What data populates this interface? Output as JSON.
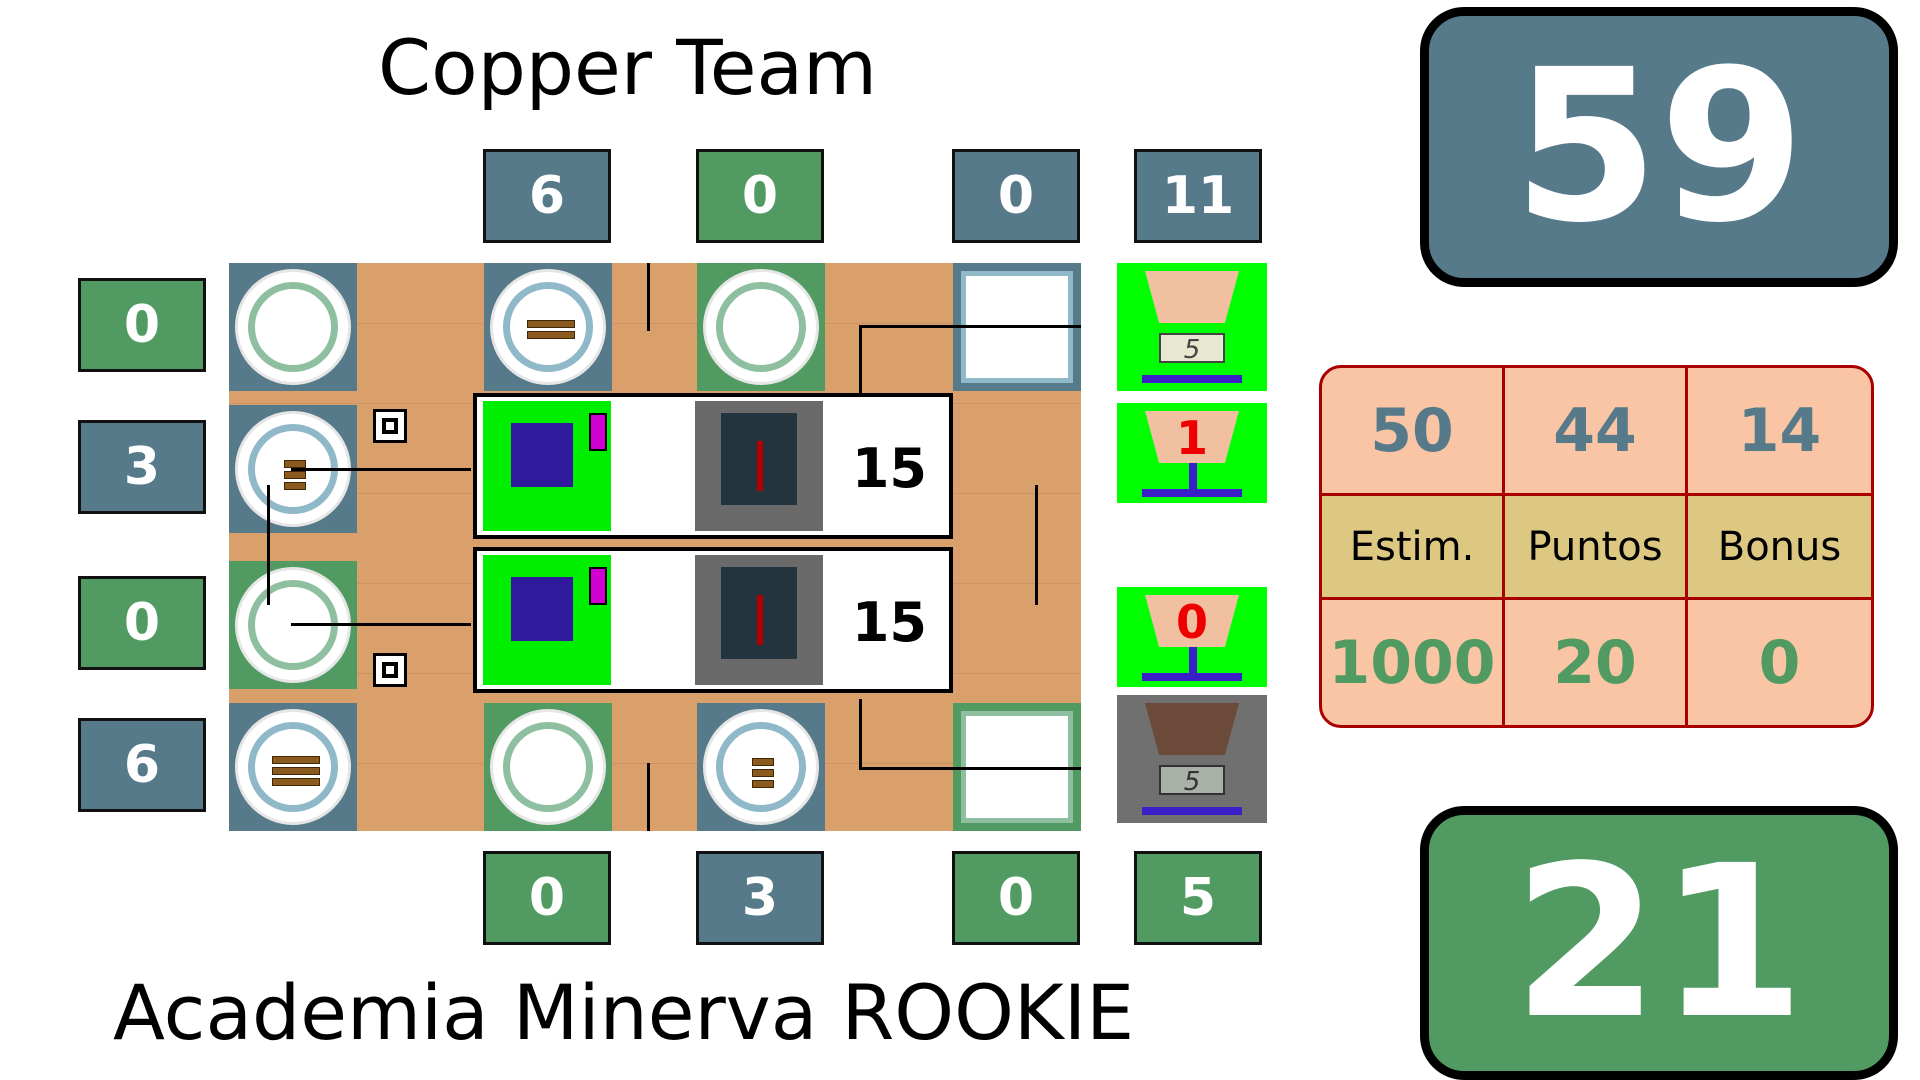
{
  "teams": {
    "top": {
      "name": "Copper Team",
      "score": "59",
      "color": "#567a8a"
    },
    "bottom": {
      "name": "Academia Minerva ROOKIE",
      "score": "21",
      "color": "#519a62"
    }
  },
  "column_counters": {
    "top": [
      "6",
      "0",
      "0",
      "11"
    ],
    "bottom": [
      "0",
      "3",
      "0",
      "5"
    ]
  },
  "row_counters": [
    "0",
    "3",
    "0",
    "6"
  ],
  "robots": [
    {
      "score": "15"
    },
    {
      "score": "15"
    }
  ],
  "baskets": [
    {
      "label": "5"
    },
    {
      "label": "1"
    },
    {
      "label": "0"
    },
    {
      "label": "5"
    }
  ],
  "stats_table": {
    "top_values": [
      "50",
      "44",
      "14"
    ],
    "headers": [
      "Estim.",
      "Puntos",
      "Bonus"
    ],
    "bottom_values": [
      "1000",
      "20",
      "0"
    ]
  },
  "colors": {
    "blue": "#567a8a",
    "green": "#519a62",
    "basket_green": "#00ff00",
    "basket_grey": "#707070"
  }
}
